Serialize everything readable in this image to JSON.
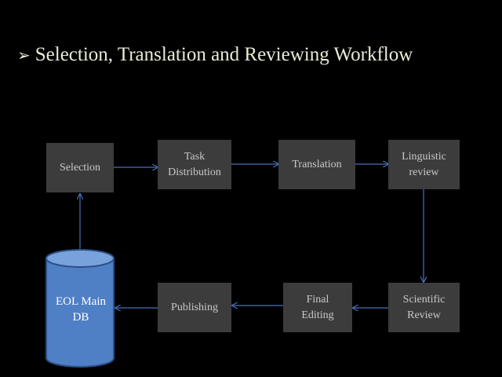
{
  "title": {
    "bullet": "➢",
    "text": "Selection, Translation and Reviewing Workflow"
  },
  "nodes": {
    "selection": "Selection",
    "task_distribution": "Task\nDistribution",
    "translation": "Translation",
    "linguistic_review": "Linguistic\nreview",
    "scientific_review": "Scientific\nReview",
    "final_editing": "Final\nEditing",
    "publishing": "Publishing",
    "eol_main_db": "EOL Main\nDB"
  },
  "colors": {
    "background": "#000000",
    "box": "#3c3c3c",
    "box_text": "#c9c9c9",
    "arrow": "#4a70b8",
    "db_fill": "#4f7fc4",
    "db_stroke": "#2b4f86"
  }
}
